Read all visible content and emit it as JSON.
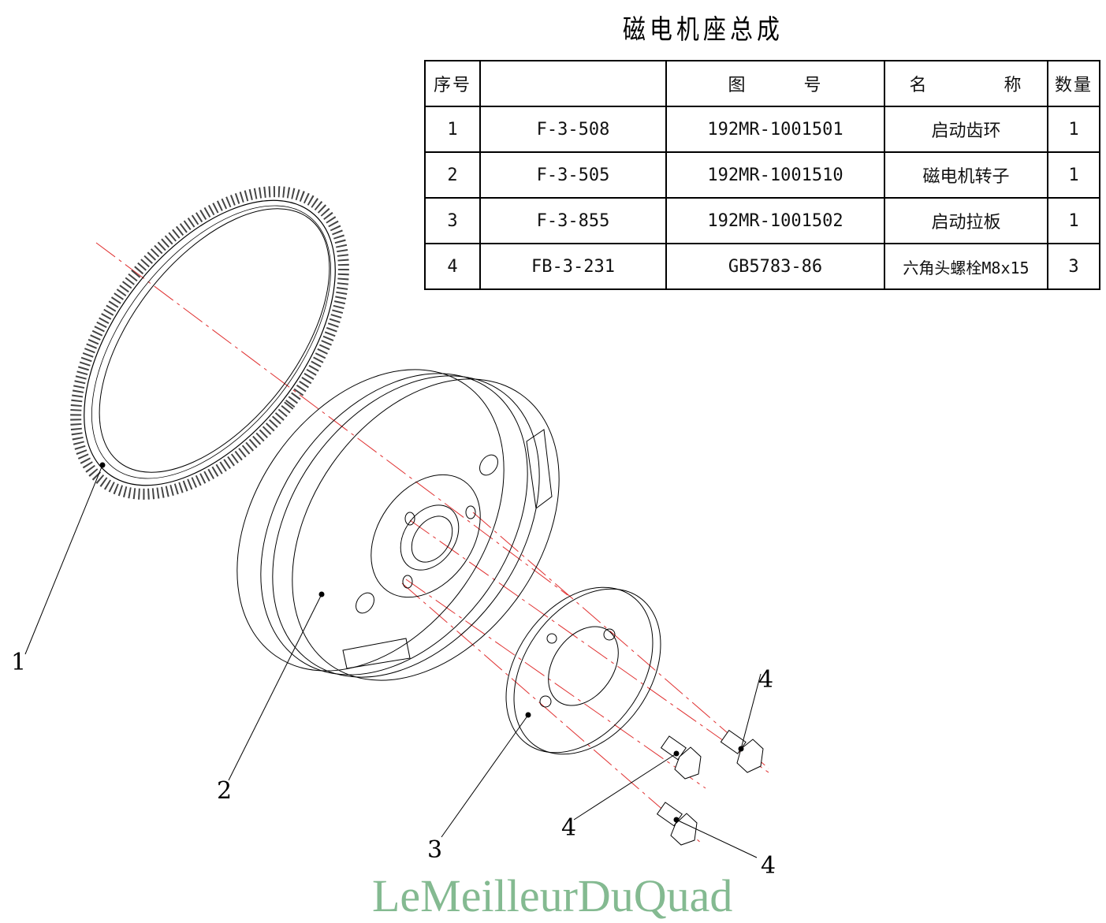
{
  "title": "磁电机座总成",
  "table": {
    "headers": [
      "序号",
      "",
      "图　　　号",
      "名　　　　称",
      "数量"
    ],
    "rows": [
      {
        "no": "1",
        "code": "F-3-508",
        "drawing": "192MR-1001501",
        "name": "启动齿环",
        "qty": "1"
      },
      {
        "no": "2",
        "code": "F-3-505",
        "drawing": "192MR-1001510",
        "name": "磁电机转子",
        "qty": "1"
      },
      {
        "no": "3",
        "code": "F-3-855",
        "drawing": "192MR-1001502",
        "name": "启动拉板",
        "qty": "1"
      },
      {
        "no": "4",
        "code": "FB-3-231",
        "drawing": "GB5783-86",
        "name": "六角头螺栓M8x15",
        "qty": "3"
      }
    ]
  },
  "callouts": [
    "1",
    "2",
    "3",
    "4",
    "4",
    "4"
  ],
  "watermark": "LeMeilleurDuQuad",
  "colors": {
    "centerline": "#e03030",
    "watermark": "#6fae7e"
  }
}
